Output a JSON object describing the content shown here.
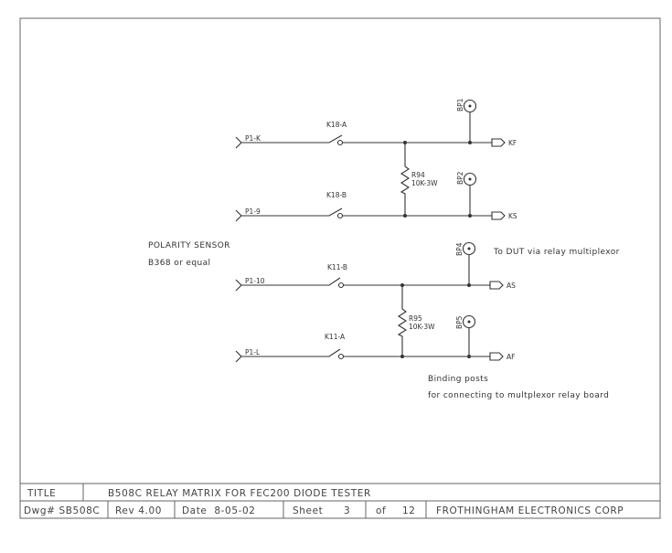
{
  "notes": {
    "sensor_title": "POLARITY SENSOR",
    "sensor_part": "B368 or equal",
    "dut_note": "To DUT via relay multiplexor",
    "binding_note_1": "Binding posts",
    "binding_note_2": "for connecting to multplexor relay board"
  },
  "circuits": [
    {
      "input": "P1-K",
      "relay": "K18-A",
      "post": "BP1",
      "output": "KF"
    },
    {
      "input": "P1-9",
      "relay": "K18-B",
      "post": "BP2",
      "output": "KS"
    },
    {
      "input": "P1-10",
      "relay": "K11-B",
      "post": "BP4",
      "output": "AS"
    },
    {
      "input": "P1-L",
      "relay": "K11-A",
      "post": "BP5",
      "output": "AF"
    }
  ],
  "resistors": [
    {
      "ref": "R94",
      "value": "10K-3W"
    },
    {
      "ref": "R95",
      "value": "10K-3W"
    }
  ],
  "title_block": {
    "title_label": "TITLE",
    "title": "B508C RELAY MATRIX FOR FEC200 DIODE TESTER",
    "dwg": "Dwg# SB508C",
    "rev": "Rev 4.00",
    "date": "Date  8-05-02",
    "sheet_label": "Sheet",
    "sheet": "3",
    "of_label": "of",
    "of": "12",
    "company": "FROTHINGHAM ELECTRONICS CORP"
  }
}
